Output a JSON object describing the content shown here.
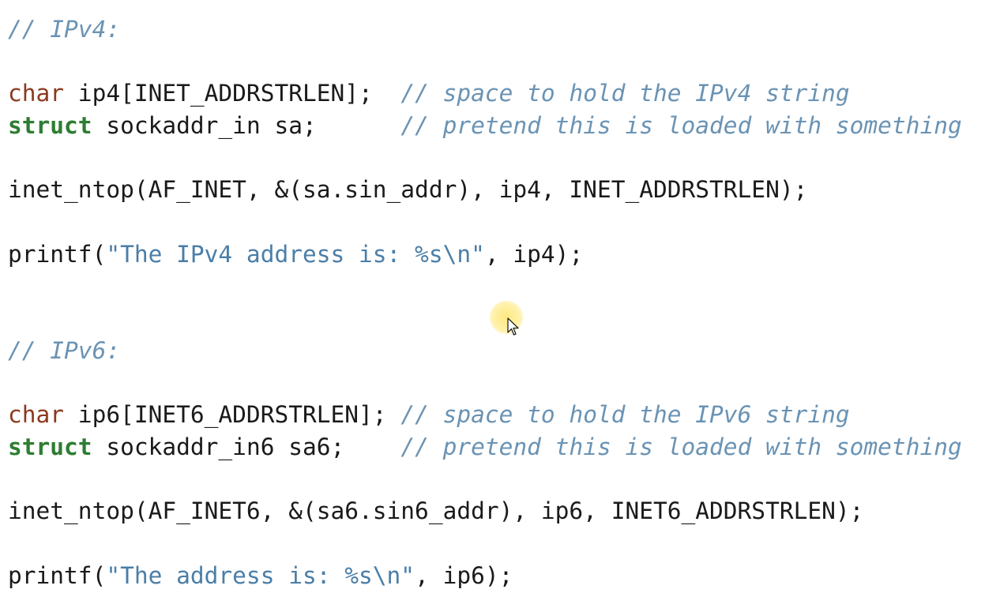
{
  "colors": {
    "background": "#ffffff",
    "comment": "#6a93b4",
    "type_keyword": "#8b3a1f",
    "struct_keyword": "#2e7d32",
    "string_literal": "#4a7ea8",
    "plain_text": "#1a1a1a",
    "cursor_highlight": "#ffe878"
  },
  "icons": {
    "cursor": "mouse-pointer-icon"
  },
  "code": {
    "lines": [
      [
        {
          "t": "// IPv4:",
          "k": "comment"
        }
      ],
      [],
      [
        {
          "t": "char",
          "k": "type"
        },
        {
          "t": " ip4[INET_ADDRSTRLEN];  ",
          "k": "plain"
        },
        {
          "t": "// space to hold the IPv4 string",
          "k": "comment"
        }
      ],
      [
        {
          "t": "struct",
          "k": "keyword"
        },
        {
          "t": " sockaddr_in sa;      ",
          "k": "plain"
        },
        {
          "t": "// pretend this is loaded with something",
          "k": "comment"
        }
      ],
      [],
      [
        {
          "t": "inet_ntop(AF_INET, &(sa.sin_addr), ip4, INET_ADDRSTRLEN);",
          "k": "plain"
        }
      ],
      [],
      [
        {
          "t": "printf(",
          "k": "plain"
        },
        {
          "t": "\"The IPv4 address is: %s\\n\"",
          "k": "string"
        },
        {
          "t": ", ip4);",
          "k": "plain"
        }
      ],
      [],
      [],
      [
        {
          "t": "// IPv6:",
          "k": "comment"
        }
      ],
      [],
      [
        {
          "t": "char",
          "k": "type"
        },
        {
          "t": " ip6[INET6_ADDRSTRLEN]; ",
          "k": "plain"
        },
        {
          "t": "// space to hold the IPv6 string",
          "k": "comment"
        }
      ],
      [
        {
          "t": "struct",
          "k": "keyword"
        },
        {
          "t": " sockaddr_in6 sa6;    ",
          "k": "plain"
        },
        {
          "t": "// pretend this is loaded with something",
          "k": "comment"
        }
      ],
      [],
      [
        {
          "t": "inet_ntop(AF_INET6, &(sa6.sin6_addr), ip6, INET6_ADDRSTRLEN);",
          "k": "plain"
        }
      ],
      [],
      [
        {
          "t": "printf(",
          "k": "plain"
        },
        {
          "t": "\"The address is: %s\\n\"",
          "k": "string"
        },
        {
          "t": ", ip6);",
          "k": "plain"
        }
      ]
    ]
  }
}
